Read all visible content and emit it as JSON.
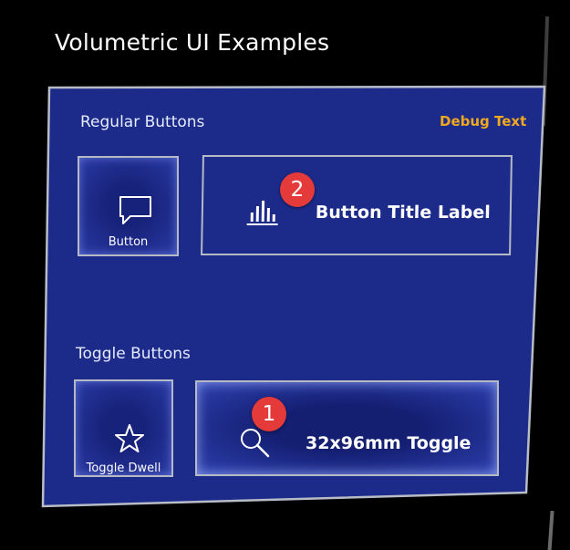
{
  "page": {
    "title": "Volumetric UI Examples"
  },
  "panel": {
    "debug_text": "Debug Text",
    "regular_section": {
      "label": "Regular Buttons",
      "small_button": {
        "label": "Button",
        "icon": "speech-bubble-icon"
      },
      "wide_button": {
        "label": "Button Title Label",
        "icon": "bar-chart-icon",
        "badge": "2"
      }
    },
    "toggle_section": {
      "label": "Toggle Buttons",
      "small_toggle": {
        "label": "Toggle Dwell",
        "icon": "star-icon"
      },
      "wide_toggle": {
        "label": "32x96mm Toggle",
        "icon": "search-icon",
        "badge": "1",
        "toggled": true
      }
    }
  },
  "colors": {
    "background": "#000000",
    "panel": "#1c2a8a",
    "panel_border": "#b5b9c4",
    "debug_text": "#f0a81f",
    "badge": "#e53a3a",
    "text": "#ffffff"
  }
}
